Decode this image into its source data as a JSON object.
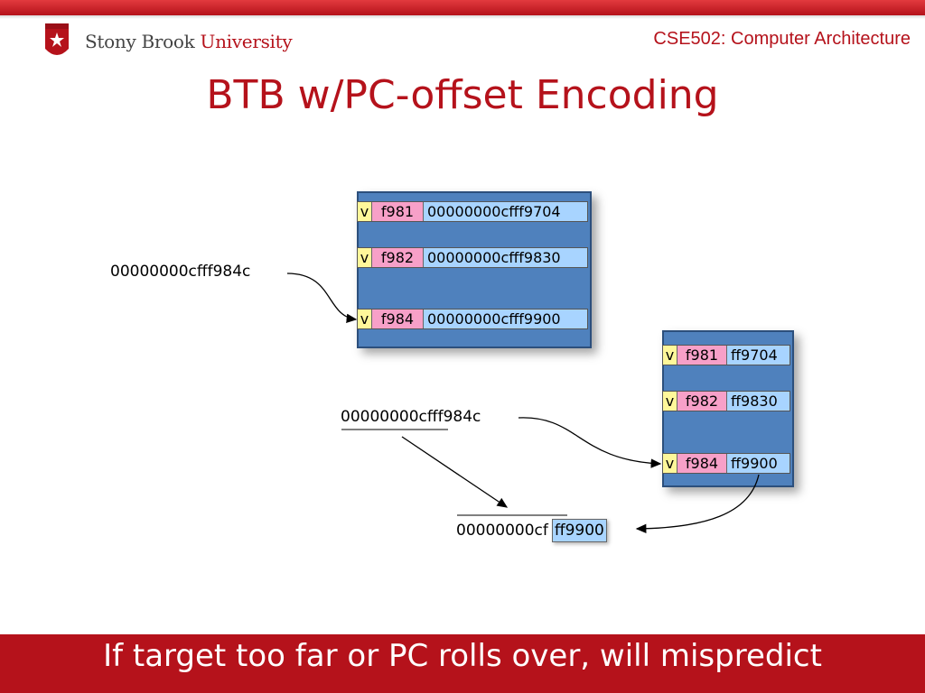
{
  "header": {
    "university_name": "Stony Brook",
    "university_suffix": "University",
    "course": "CSE502: Computer Architecture"
  },
  "title": "BTB w/PC-offset Encoding",
  "full_btb": {
    "rows": [
      {
        "valid": "v",
        "tag": "f981",
        "target": "00000000cfff9704"
      },
      {
        "valid": "v",
        "tag": "f982",
        "target": "00000000cfff9830"
      },
      {
        "valid": "v",
        "tag": "f984",
        "target": "00000000cfff9900"
      }
    ],
    "pc_label": "00000000cfff984c"
  },
  "offset_btb": {
    "rows": [
      {
        "valid": "v",
        "tag": "f981",
        "target": "ff9704"
      },
      {
        "valid": "v",
        "tag": "f982",
        "target": "ff9830"
      },
      {
        "valid": "v",
        "tag": "f984",
        "target": "ff9900"
      }
    ],
    "pc_label": "00000000cfff984c"
  },
  "result": {
    "high_bits": "00000000cf",
    "low_bits": "ff9900"
  },
  "footer": "If target too far or PC rolls over, will mispredict",
  "colors": {
    "brand_red": "#b5121b",
    "table_blue": "#4f81bd",
    "valid_yellow": "#fff79a",
    "tag_pink": "#f7a0c8",
    "target_blue": "#a8d4ff"
  }
}
